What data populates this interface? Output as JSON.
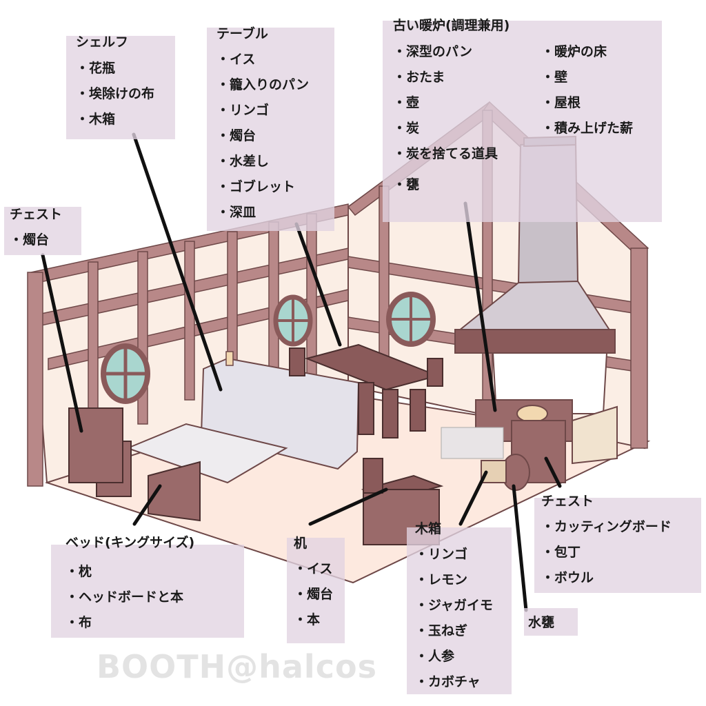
{
  "labels": {
    "shelf": {
      "title": "シェルフ",
      "items": [
        "・花瓶",
        "・埃除けの布",
        "・木箱"
      ]
    },
    "table": {
      "title": "テーブル",
      "items": [
        "・イス",
        "・籠入りのパン",
        "・リンゴ",
        "・燭台",
        "・水差し",
        "・ゴブレット",
        "・深皿"
      ]
    },
    "fireplace": {
      "title": "古い暖炉(調理兼用)",
      "items_left": [
        "・深型のパン",
        "・おたま",
        "・壺",
        "・炭",
        "・炭を捨てる道具",
        "・甕"
      ],
      "items_right": [
        "・暖炉の床",
        "・壁",
        "・屋根",
        "・積み上げた薪"
      ]
    },
    "chest_left": {
      "title": "チェスト",
      "items": [
        "・燭台"
      ]
    },
    "bed": {
      "title": "ベッド(キングサイズ)",
      "items": [
        "・枕",
        "・ヘッドボードと本",
        "・布"
      ]
    },
    "desk": {
      "title": "机",
      "items": [
        "・イス",
        "・燭台",
        "・本"
      ]
    },
    "crate": {
      "title": "木箱",
      "items": [
        "・リンゴ",
        "・レモン",
        "・ジャガイモ",
        "・玉ねぎ",
        "・人参",
        "・カボチャ"
      ]
    },
    "chest_right": {
      "title": "チェスト",
      "items": [
        "・カッティングボード",
        "・包丁",
        "・ボウル"
      ]
    },
    "water_jar": {
      "title": "水甕"
    }
  },
  "watermark": "BOOTH@halcos",
  "colors": {
    "wood": "#a67878",
    "wood_dark": "#6e4848",
    "wall": "#fbeee5",
    "floor": "#fde9df",
    "label_bg": "#e2d4e2",
    "window_glass": "#a9d6cf"
  }
}
